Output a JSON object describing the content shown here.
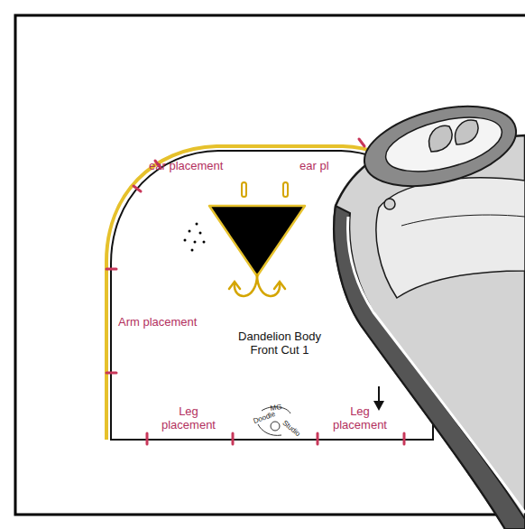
{
  "diagram": {
    "labels": [
      "ear placement",
      "ear pl",
      "Arm placement",
      "Dandelion Body Front Cut 1",
      "Leg placement",
      "Leg placement",
      "MG",
      "Doodle",
      "Studio"
    ]
  }
}
